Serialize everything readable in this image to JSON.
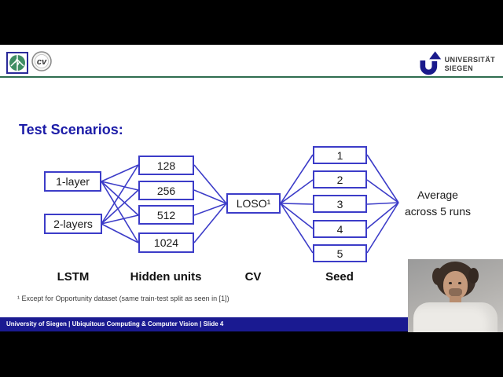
{
  "title": "Test Scenarios:",
  "header": {
    "university": {
      "line1": "UNIVERSITÄT",
      "line2": "SIEGEN"
    },
    "cv_logo_text": "cv",
    "icons": [
      "ubicomp-logo-icon",
      "cv-lab-logo-icon",
      "siegen-u-logo-icon"
    ]
  },
  "diagram": {
    "lstm_nodes": [
      "1-layer",
      "2-layers"
    ],
    "hidden_nodes": [
      "128",
      "256",
      "512",
      "1024"
    ],
    "cv_nodes": [
      "LOSO¹"
    ],
    "seed_nodes": [
      "1",
      "2",
      "3",
      "4",
      "5"
    ],
    "column_labels": {
      "lstm": "LSTM",
      "hidden": "Hidden units",
      "cv": "CV",
      "seed": "Seed"
    },
    "result": {
      "line1": "Average",
      "line2": "across 5 runs"
    },
    "colors": {
      "node_border": "#3c3cc8",
      "edge": "#3c3cc8"
    }
  },
  "footnote": "¹ Except for Opportunity dataset (same train-test split as seen in [1])",
  "footer": {
    "text": "University of Siegen | Ubiquitous Computing & Computer Vision | Slide 4",
    "bar_color": "#1a1a91"
  }
}
